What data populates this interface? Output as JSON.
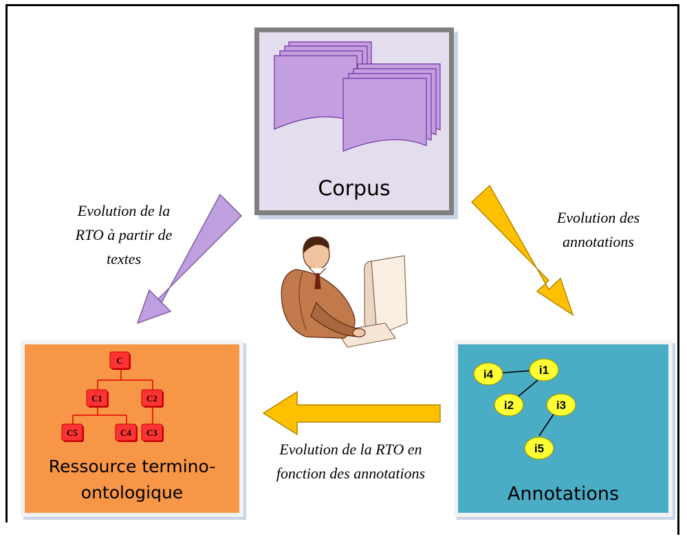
{
  "corpus": {
    "label": "Corpus"
  },
  "rto": {
    "label_line1": "Ressource termino-",
    "label_line2": "ontologique",
    "concepts": [
      "C",
      "C1",
      "C2",
      "C5",
      "C4",
      "C3"
    ]
  },
  "annotations": {
    "label": "Annotations",
    "instances": [
      "i4",
      "i1",
      "i2",
      "i3",
      "i5"
    ]
  },
  "arrows": {
    "corpus_to_rto": {
      "line1": "Evolution de la",
      "line2": "RTO à partir de",
      "line3": "textes"
    },
    "corpus_to_annotations": {
      "line1": "Evolution des",
      "line2": "annotations"
    },
    "annotations_to_rto": {
      "line1": "Evolution de la RTO en",
      "line2": "fonction des annotations"
    }
  },
  "colors": {
    "purple_arrow": "#bf9fdf",
    "yellow_arrow": "#ffc000",
    "concept_node": "#ff3333",
    "instance_node": "#ffff33"
  }
}
